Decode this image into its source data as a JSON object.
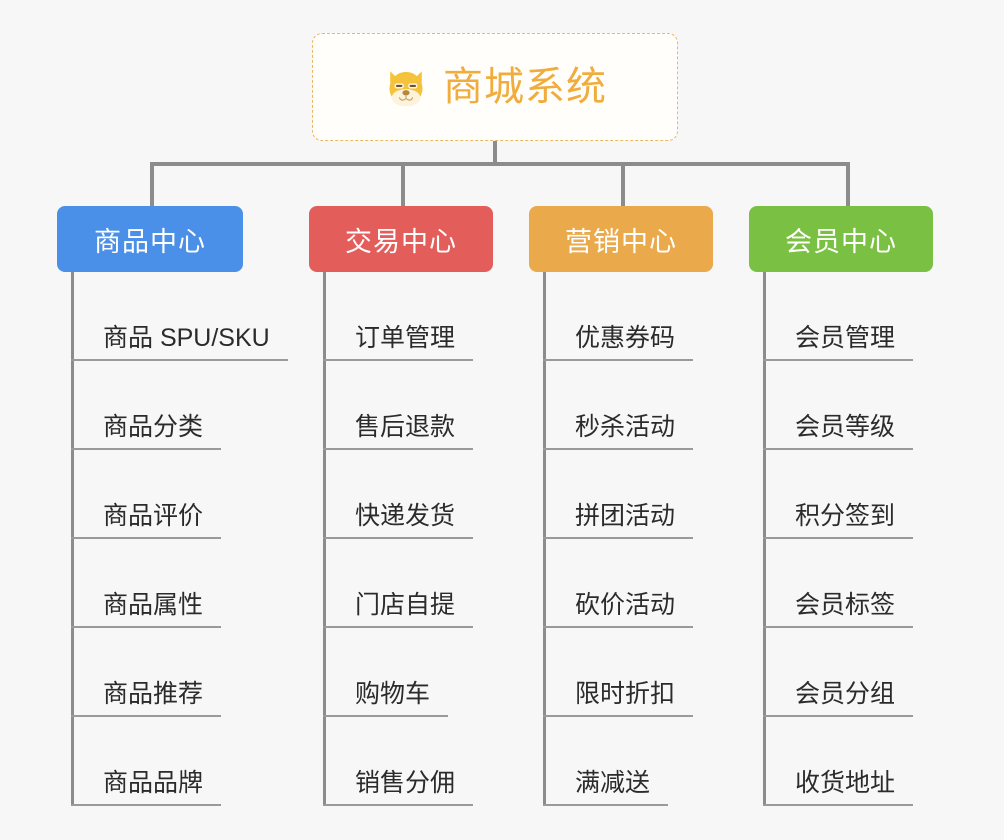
{
  "background_color": "#f7f7f7",
  "root": {
    "title": "商城系统",
    "icon": "dog-face-icon",
    "text_color": "#f0ac3c",
    "border_color": "#e8b863",
    "background_color": "#fffefb"
  },
  "connector_color": "#8c8c8c",
  "columns": [
    {
      "title": "商品中心",
      "color": "#4a90e8",
      "items": [
        "商品 SPU/SKU",
        "商品分类",
        "商品评价",
        "商品属性",
        "商品推荐",
        "商品品牌"
      ]
    },
    {
      "title": "交易中心",
      "color": "#e35d5b",
      "items": [
        "订单管理",
        "售后退款",
        "快递发货",
        "门店自提",
        "购物车",
        "销售分佣"
      ]
    },
    {
      "title": "营销中心",
      "color": "#eaa94a",
      "items": [
        "优惠券码",
        "秒杀活动",
        "拼团活动",
        "砍价活动",
        "限时折扣",
        "满减送"
      ]
    },
    {
      "title": "会员中心",
      "color": "#7ac143",
      "items": [
        "会员管理",
        "会员等级",
        "积分签到",
        "会员标签",
        "会员分组",
        "收货地址"
      ]
    }
  ]
}
